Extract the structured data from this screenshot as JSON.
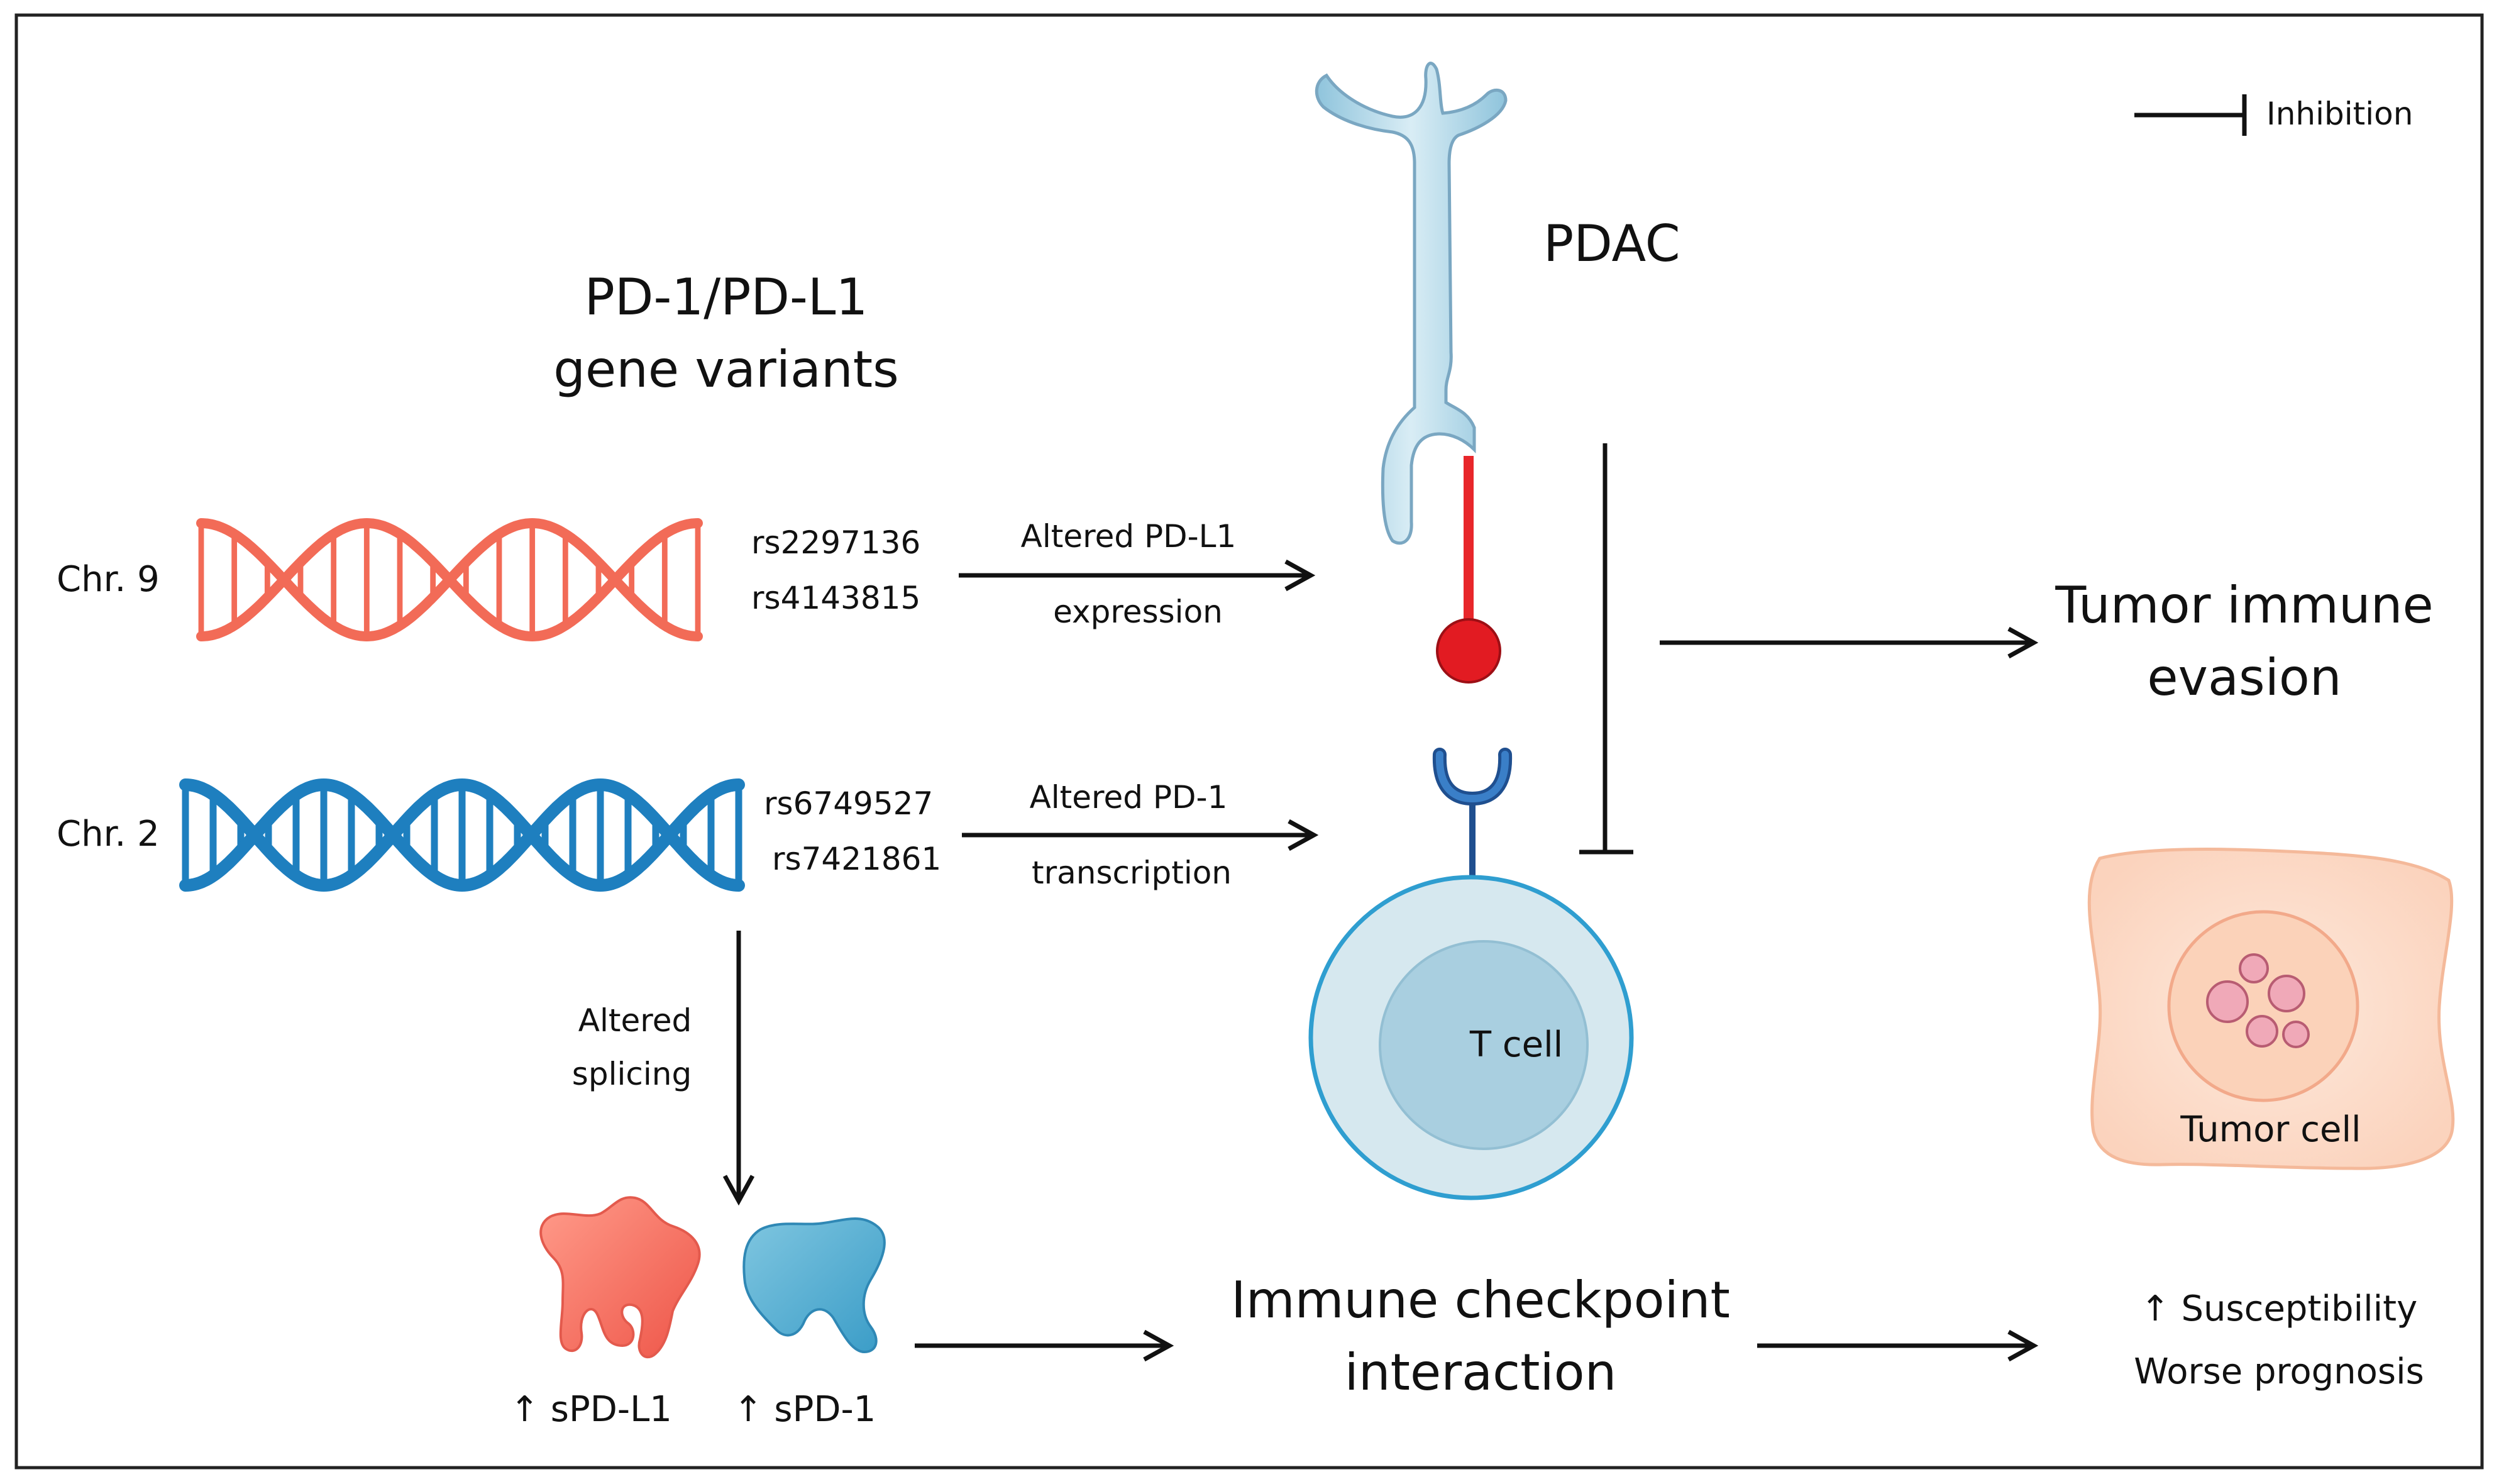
{
  "title": {
    "line1": "PD-1/PD-L1",
    "line2": "gene variants"
  },
  "legend": {
    "inhibition_label": "Inhibition"
  },
  "chromosomes": [
    {
      "label": "Chr. 9",
      "snps": [
        "rs2297136",
        "rs4143815"
      ],
      "color": "#f26b57"
    },
    {
      "label": "Chr. 2",
      "snps": [
        "rs6749527",
        "rs7421861"
      ],
      "color": "#1e7fbf"
    }
  ],
  "arrows": {
    "pdl1_expression": {
      "line1": "Altered PD-L1",
      "line2": "expression"
    },
    "pd1_transcription": {
      "line1": "Altered PD-1",
      "line2": "transcription"
    },
    "splicing": {
      "line1": "Altered",
      "line2": "splicing"
    }
  },
  "pdac_label": "PDAC",
  "tcell_label": "T cell",
  "tumor_cell_label": "Tumor cell",
  "evasion": {
    "line1": "Tumor immune",
    "line2": "evasion"
  },
  "soluble": {
    "spdl1": "↑ sPD-L1",
    "spd1": "↑ sPD-1"
  },
  "checkpoint": {
    "line1": "Immune checkpoint",
    "line2": "interaction"
  },
  "outcome": {
    "line1": "↑ Susceptibility",
    "line2": "Worse prognosis"
  },
  "colors": {
    "pdl1_red": "#e8262a",
    "pd1_blue": "#1f4f8f",
    "cell_light_blue": "#d4e6ee",
    "cell_border": "#3b9bc8",
    "tumor_peach": "#fde3d3"
  }
}
